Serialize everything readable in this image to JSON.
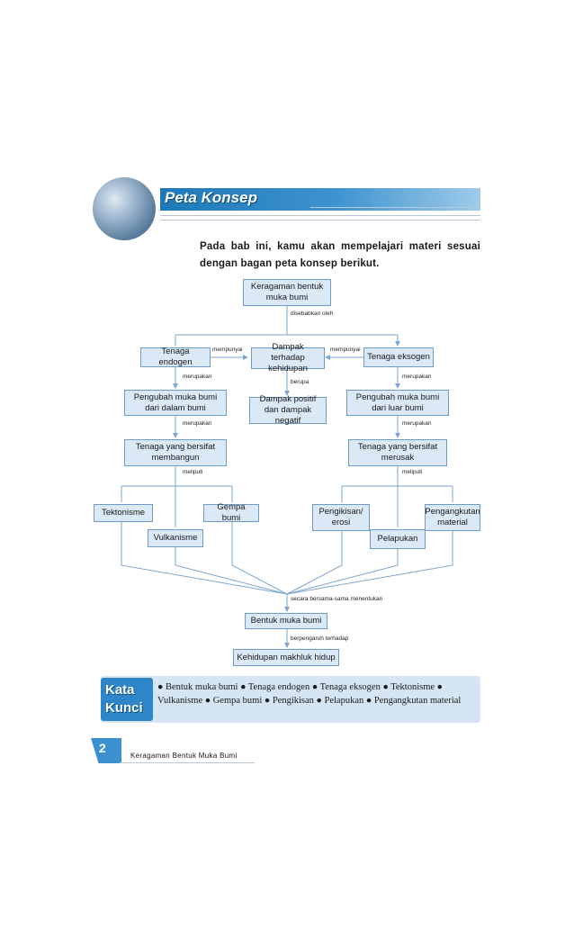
{
  "header": {
    "title": "Peta Konsep",
    "intro": "Pada bab ini, kamu akan mempelajari materi sesuai dengan bagan peta konsep berikut."
  },
  "concept_map": {
    "root": "Keragaman bentuk muka bumi",
    "root_link": "disebabkan oleh",
    "center": "Dampak terhadap kehidupan",
    "center_link": "berupa",
    "center_result": "Dampak positif dan dampak negatif",
    "link_mempunyai_left": "mempunyai",
    "link_mempunyai_right": "mempunyai",
    "left": {
      "node": "Tenaga endogen",
      "link1": "merupakan",
      "node2": "Pengubah muka bumi dari dalam bumi",
      "link2": "merupakan",
      "node3": "Tenaga yang bersifat membangun",
      "link3": "meliputi",
      "items": [
        "Tektonisme",
        "Vulkanisme",
        "Gempa bumi"
      ]
    },
    "right": {
      "node": "Tenaga eksogen",
      "link1": "merupakan",
      "node2": "Pengubah muka bumi dari luar bumi",
      "link2": "merupakan",
      "node3": "Tenaga yang bersifat merusak",
      "link3": "meliputi",
      "items": [
        "Pengikisan/ erosi",
        "Pelapukan",
        "Pengangkutan material"
      ]
    },
    "merge_link": "secara bersama-sama menentukan",
    "result": "Bentuk muka bumi",
    "result_link": "berpengaruh terhadap",
    "final": "Kehidupan makhluk hidup"
  },
  "kata_kunci": {
    "title_line1": "Kata",
    "title_line2": "Kunci",
    "text": "● Bentuk muka bumi ● Tenaga endogen ● Tenaga eksogen ● Tektonisme ● Vulkanisme ● Gempa bumi ● Pengikisan ● Pelapukan ● Pengangkutan material"
  },
  "footer": {
    "page_number": "2",
    "chapter": "Keragaman Bentuk Muka Bumi"
  },
  "colors": {
    "accent": "#2e86c9",
    "node_fill": "#dbe8f6",
    "node_border": "#6f9bc8",
    "line": "#7ea6cf"
  }
}
